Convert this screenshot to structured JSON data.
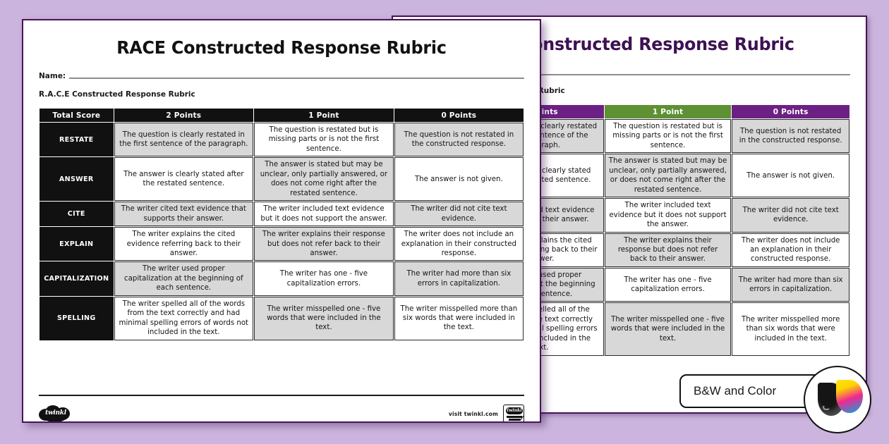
{
  "background_color": "#cbb4dd",
  "document": {
    "title": "RACE Constructed Response Rubric",
    "name_label": "Name:",
    "subtitle": "R.A.C.E Constructed Response Rubric"
  },
  "table": {
    "headers": [
      "Total Score",
      "2 Points",
      "1 Point",
      "0 Points"
    ],
    "rows": [
      {
        "label": "RESTATE",
        "cells": [
          "The question is clearly restated in the first sentence of the paragraph.",
          "The question is restated but is missing parts or is not the first sentence.",
          "The question is not restated in the constructed response."
        ],
        "shaded": [
          true,
          false,
          true
        ]
      },
      {
        "label": "ANSWER",
        "cells": [
          "The answer is clearly stated after the restated sentence.",
          "The answer is stated but may be unclear, only partially answered, or does not come right after the restated sentence.",
          "The answer is not given."
        ],
        "shaded": [
          false,
          true,
          false
        ]
      },
      {
        "label": "CITE",
        "cells": [
          "The writer cited text evidence that supports their answer.",
          "The writer included text evidence but it does not support the answer.",
          "The writer did not cite text evidence."
        ],
        "shaded": [
          true,
          false,
          true
        ]
      },
      {
        "label": "EXPLAIN",
        "cells": [
          "The writer explains the cited evidence referring back to their answer.",
          "The writer explains their response but does not refer back to their answer.",
          "The writer does not include an explanation in their constructed response."
        ],
        "shaded": [
          false,
          true,
          false
        ]
      },
      {
        "label": "CAPITALIZATION",
        "cells": [
          "The writer used proper capitalization at the beginning of each sentence.",
          "The writer has one - five capitalization errors.",
          "The writer had more than six errors in capitalization."
        ],
        "shaded": [
          true,
          false,
          true
        ]
      },
      {
        "label": "SPELLING",
        "cells": [
          "The writer spelled all of the words from the text correctly and had minimal spelling errors of words not included in the text.",
          "The writer misspelled one - five words that were included in the text.",
          "The writer misspelled more than six words that were included in the text."
        ],
        "shaded": [
          false,
          true,
          false
        ]
      }
    ]
  },
  "footer": {
    "logo_text": "twinkl",
    "visit_text": "visit twinkl.com",
    "stamp_text": "twinkl"
  },
  "badge": {
    "label": "B&W and Color",
    "black_drop": "ink-drop-black",
    "color_drop": "ink-drop-cmyk"
  },
  "colors": {
    "header_bw": "#111111",
    "header_purple": "#6d2084",
    "header_green": "#5d9133",
    "cell_shade": "#d8d8d8",
    "page_border": "#4a1259",
    "title_purple": "#3d1152"
  }
}
